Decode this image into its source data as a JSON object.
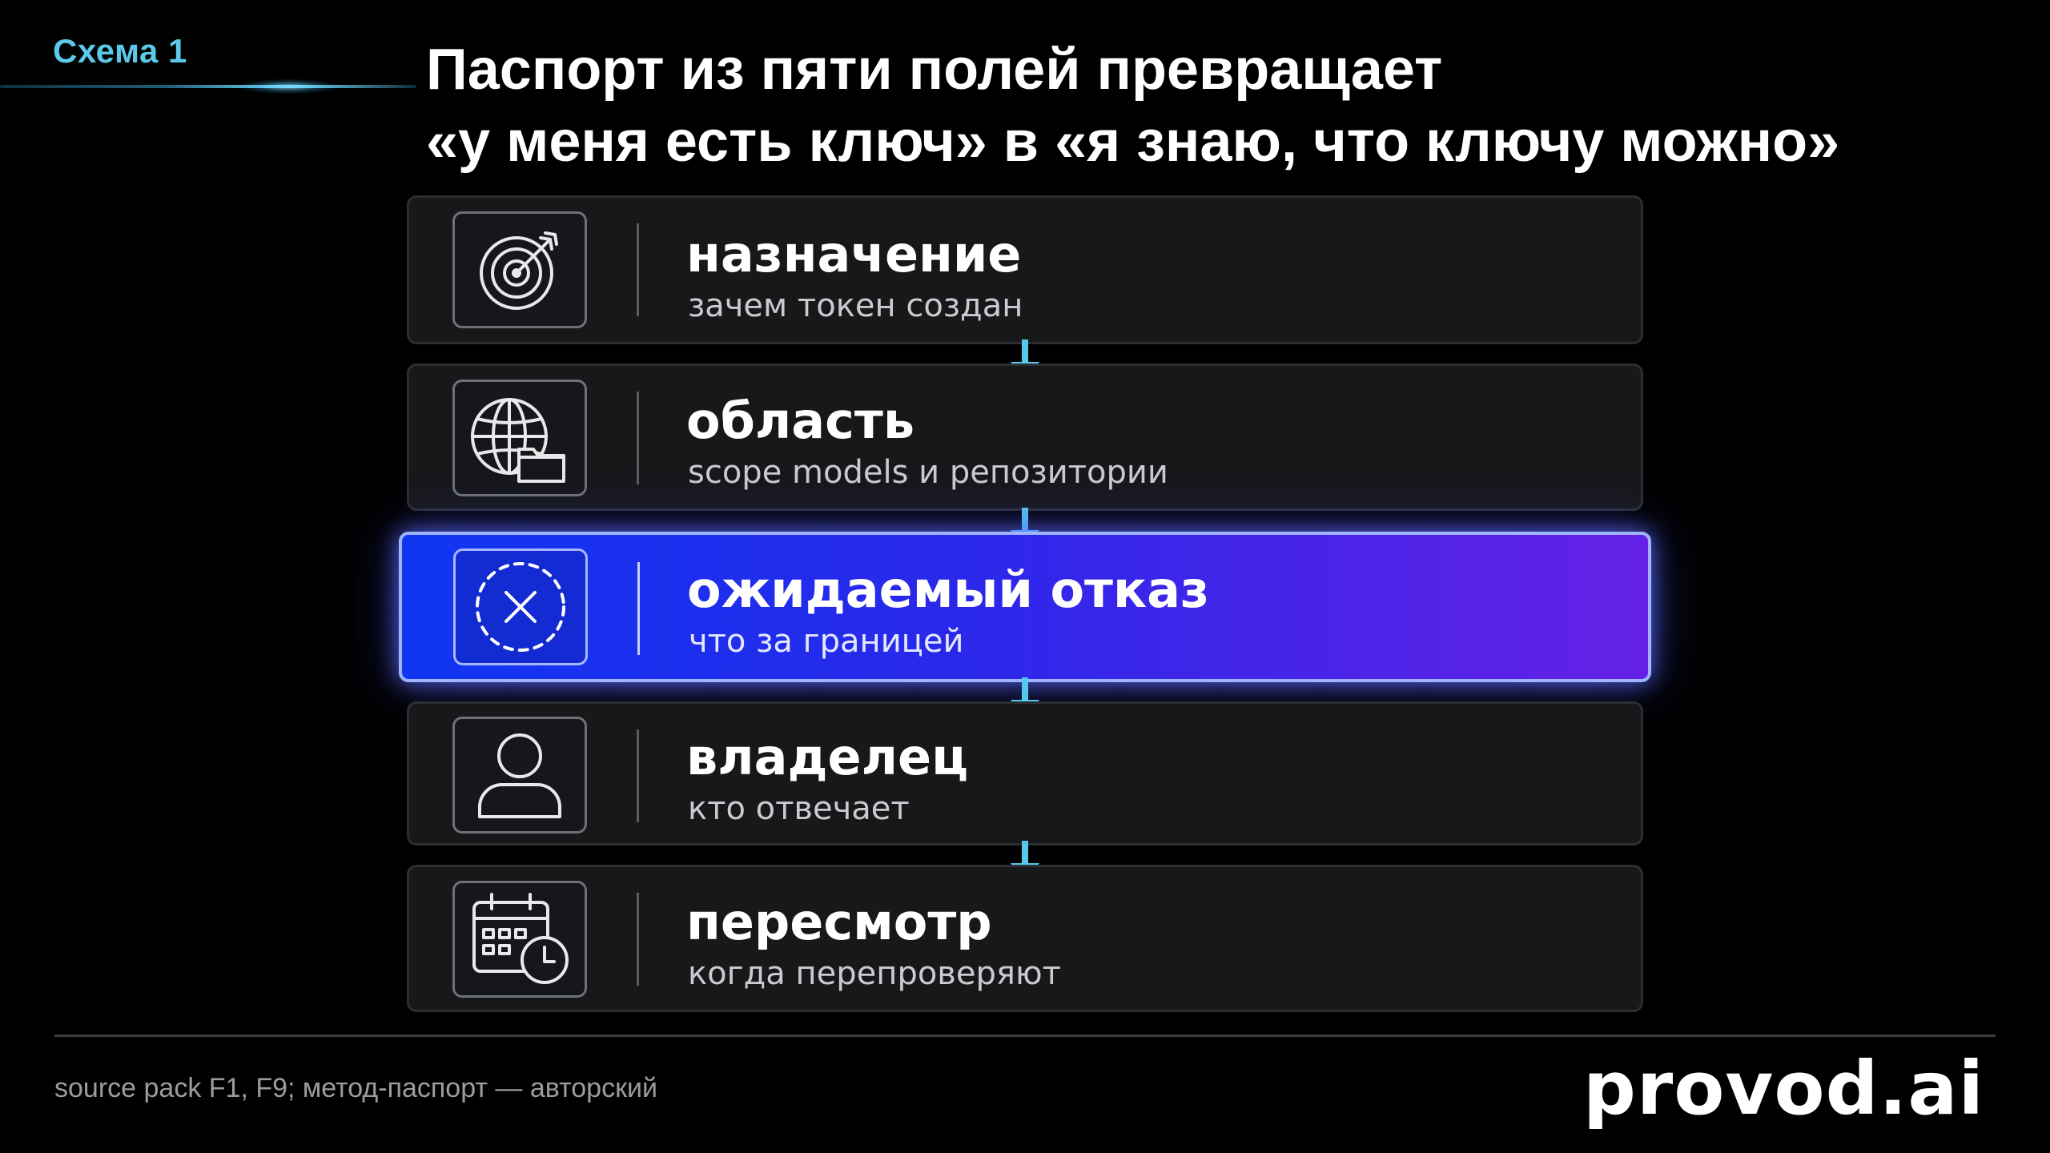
{
  "header": {
    "scheme_label": "Схема 1",
    "title_line1": "Паспорт из пяти полей превращает",
    "title_line2": "«у меня есть ключ» в «я знаю, что ключу можно»"
  },
  "rows": [
    {
      "title": "назначение",
      "subtitle": "зачем токен создан",
      "icon": "target-arrow-icon"
    },
    {
      "title": "область",
      "subtitle": "scope models и репозитории",
      "icon": "globe-folder-icon"
    },
    {
      "title": "ожидаемый отказ",
      "subtitle": "что за границей",
      "icon": "dashed-circle-x-icon",
      "highlighted": true
    },
    {
      "title": "владелец",
      "subtitle": "кто отвечает",
      "icon": "person-icon"
    },
    {
      "title": "пересмотр",
      "subtitle": "когда перепроверяют",
      "icon": "calendar-clock-icon"
    }
  ],
  "footer": {
    "source": "source pack F1, F9; метод-паспорт — авторский",
    "logo": "provod.ai"
  },
  "colors": {
    "background": "#000000",
    "accent_cyan": "#5cc9ea",
    "arrow": "#55c8ee",
    "row_bg": "#17181a",
    "highlight_start": "#1036f2",
    "highlight_end": "#6521e6"
  }
}
